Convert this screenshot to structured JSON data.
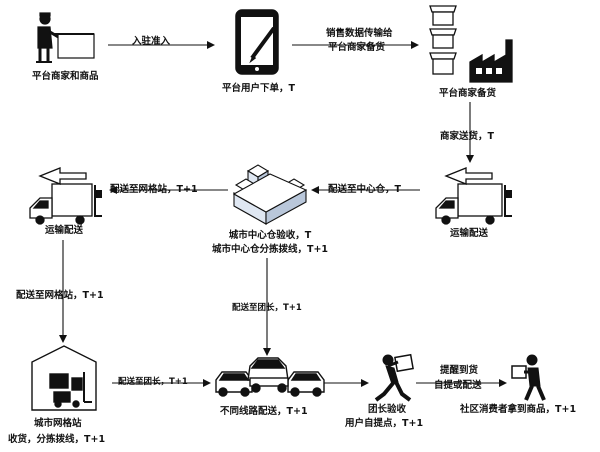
{
  "colors": {
    "ink": "#111111",
    "fill": "#ffffff",
    "cube": "#dfe7f2"
  },
  "nodes": {
    "merchant": {
      "icon": "merchant-at-desk-icon",
      "label": "平台商家和商品"
    },
    "user_order": {
      "icon": "tablet-with-stylus-icon",
      "label": "平台用户下单，T"
    },
    "stock": {
      "icon": "factory-with-goods-icon",
      "label": "平台商家备货"
    },
    "truck_right": {
      "icon": "delivery-truck-icon",
      "label": "运输配送"
    },
    "center": {
      "icon": "warehouse-cubes-icon",
      "label_1": "城市中心仓验收，T",
      "label_2": "城市中心仓分拣拨线，T+1"
    },
    "truck_left": {
      "icon": "delivery-truck-icon",
      "label": "运输配送"
    },
    "grid_station": {
      "icon": "warehouse-forklift-icon",
      "label_1": "城市网格站",
      "label_2": "收货，分拣拨线，T+1"
    },
    "routes": {
      "icon": "three-cars-icon",
      "label": "不同线路配送，T+1"
    },
    "leader": {
      "icon": "courier-running-icon",
      "label_1": "团长验收",
      "label_2": "用户自提点，T+1"
    },
    "consumer": {
      "icon": "consumer-carrying-box-icon",
      "label": "社区消费者拿到商品，T+1"
    }
  },
  "edges": {
    "e1": "入驻准入",
    "e2_1": "销售数据传输给",
    "e2_2": "平台商家备货",
    "e3": "商家送货，T",
    "e4": "配送至中心仓，T",
    "e5": "配送至网格站，T+1",
    "e6": "配送至网格站，T+1",
    "e7": "配送至团长，T+1",
    "e8": "配送至团长，T+1",
    "e10_1": "提醒到货",
    "e10_2": "自提或配送"
  }
}
